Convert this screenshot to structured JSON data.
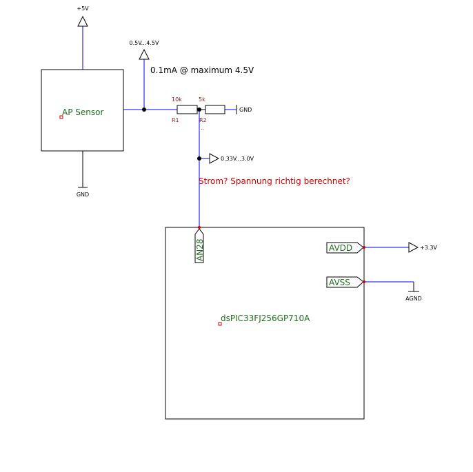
{
  "supplies": {
    "plus5v": "+5V",
    "sensor_range": "0.5V...4.5V",
    "gnd_sensor": "GND",
    "gnd_divider": "GND",
    "divided_range": "0.33V...3.0V",
    "plus3v3": "+3.3V",
    "agnd": "AGND"
  },
  "notes": {
    "current_note": "0.1mA @ maximum 4.5V",
    "question": "Strom? Spannung richtig berechnet?"
  },
  "sensor": {
    "label": "AP Sensor"
  },
  "resistors": {
    "r1": {
      "ref": "R1",
      "value": "10k"
    },
    "r2": {
      "ref": "R2",
      "value": "5k"
    }
  },
  "mcu": {
    "name": "dsPIC33FJ256GP710A",
    "pin_an28": "AN28",
    "pin_avdd": "AVDD",
    "pin_avss": "AVSS"
  },
  "colors": {
    "wire": "#0000ff",
    "component": "#000000",
    "part_label": "#1e6e1e",
    "annotation": "#cc0000",
    "pin_dot": "#cc0000"
  }
}
